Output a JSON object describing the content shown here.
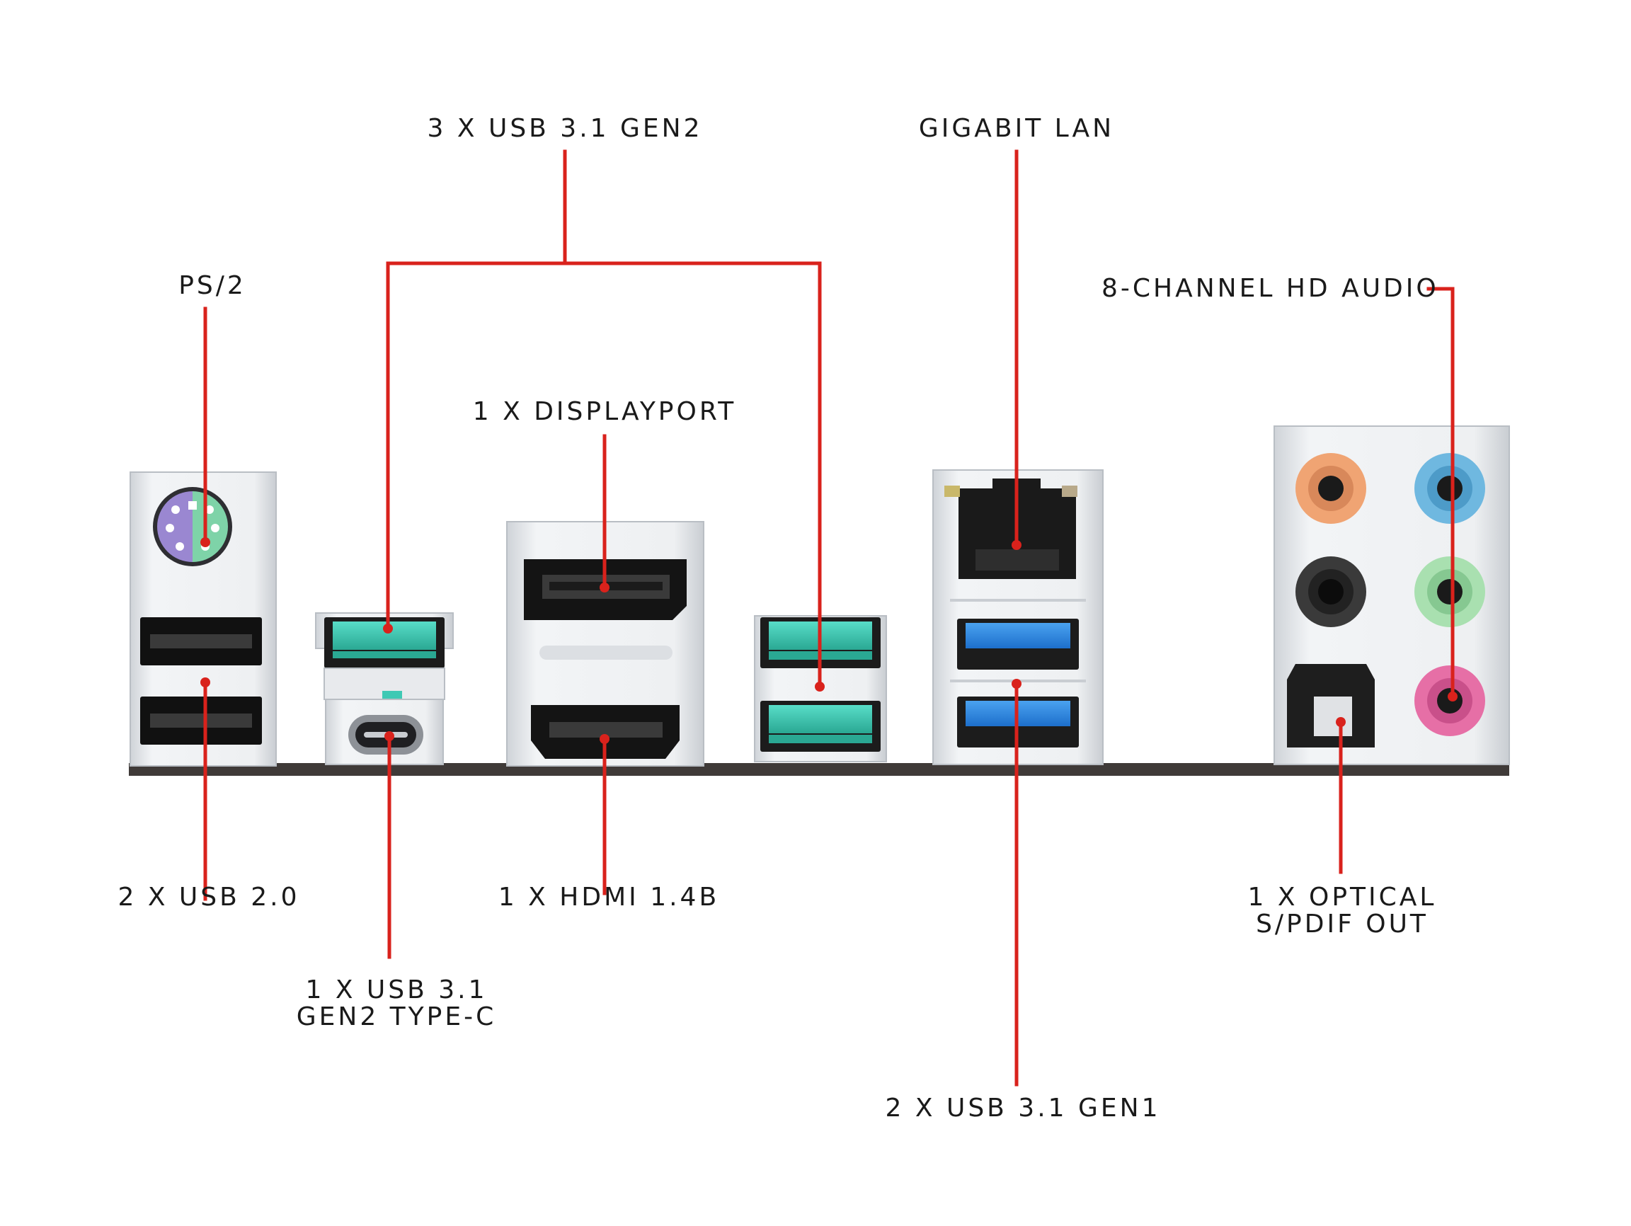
{
  "labels": {
    "ps2": "PS/2",
    "usb31_gen2": "3 X USB 3.1 GEN2",
    "displayport": "1 X DISPLAYPORT",
    "gigabit_lan": "GIGABIT LAN",
    "hd_audio": "8-CHANNEL HD AUDIO",
    "usb20": "2 X USB 2.0",
    "typec_line1": "1 X USB 3.1",
    "typec_line2": "GEN2 TYPE-C",
    "hdmi": "1 X HDMI 1.4B",
    "usb31_gen1": "2 X USB 3.1 GEN1",
    "optical_line1": "1 X OPTICAL",
    "optical_line2": "S/PDIF OUT"
  },
  "colors": {
    "leader_line": "#d9221c",
    "usb31_gen2_teal": "#3ec9b4",
    "usb31_gen1_blue": "#2f86e0",
    "ps2_mouse": "#7ed3a8",
    "ps2_keyboard": "#9a87d1",
    "audio_orange": "#f0a473",
    "audio_blue": "#6fb8e0",
    "audio_black": "#2a2a2a",
    "audio_green": "#a9e0b0",
    "audio_pink": "#e66fa6",
    "panel_silver": "#e9ebee",
    "baseplate": "#3f3a38"
  }
}
